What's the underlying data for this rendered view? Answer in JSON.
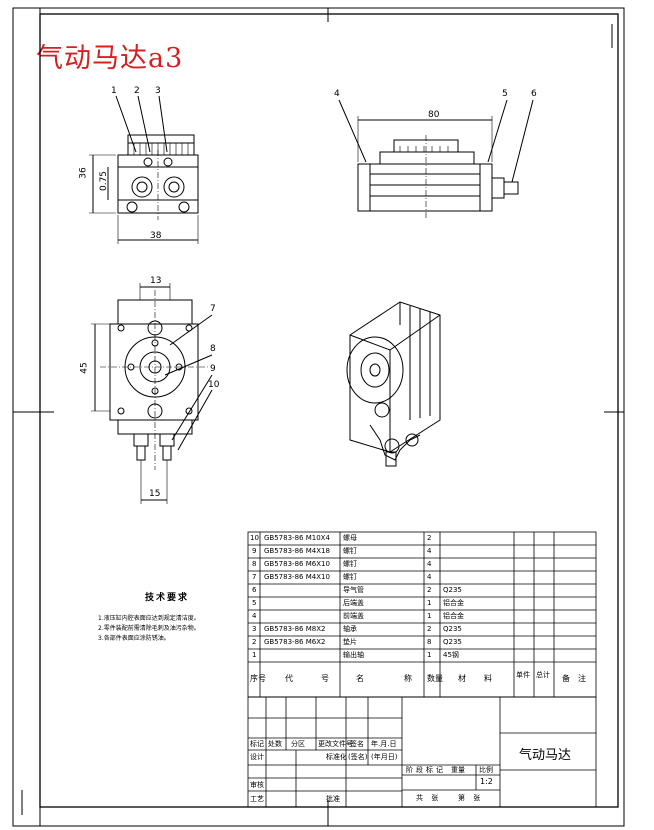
{
  "header": {
    "title": "气动马达a3"
  },
  "views": {
    "front": {
      "leaders": [
        "1",
        "2",
        "3"
      ],
      "dims": {
        "height": "36",
        "inner": "0.75",
        "width": "38"
      }
    },
    "side": {
      "leaders": [
        "4",
        "5",
        "6"
      ],
      "dims": {
        "length": "80"
      }
    },
    "top": {
      "leaders": [
        "7",
        "8",
        "9",
        "10"
      ],
      "dims": {
        "top": "13",
        "height": "45",
        "bottom": "15"
      }
    }
  },
  "requirements": {
    "title": "技术要求",
    "lines": [
      "1.液压缸内腔表面应达到规定清洁度。",
      "2.零件装配前需清除毛刺及油污杂物。",
      "3.各部件表面应涂防锈油。"
    ]
  },
  "bom": {
    "rows": [
      {
        "no": "10",
        "code": "GB5783-86 M10X4",
        "name": "螺母",
        "qty": "2",
        "material": ""
      },
      {
        "no": "9",
        "code": "GB5783-86 M4X18",
        "name": "螺钉",
        "qty": "4",
        "material": ""
      },
      {
        "no": "8",
        "code": "GB5783-86 M6X10",
        "name": "螺钉",
        "qty": "4",
        "material": ""
      },
      {
        "no": "7",
        "code": "GB5783-86 M4X10",
        "name": "螺钉",
        "qty": "4",
        "material": ""
      },
      {
        "no": "6",
        "code": "",
        "name": "导气管",
        "qty": "2",
        "material": "Q235"
      },
      {
        "no": "5",
        "code": "",
        "name": "后端盖",
        "qty": "1",
        "material": "铝合金"
      },
      {
        "no": "4",
        "code": "",
        "name": "前端盖",
        "qty": "1",
        "material": "铝合金"
      },
      {
        "no": "3",
        "code": "GB5783-86 M8X2",
        "name": "轴承",
        "qty": "2",
        "material": "Q235"
      },
      {
        "no": "2",
        "code": "GB5783-86 M6X2",
        "name": "垫片",
        "qty": "8",
        "material": "Q235"
      },
      {
        "no": "1",
        "code": "",
        "name": "输出轴",
        "qty": "1",
        "material": "45钢"
      }
    ],
    "header": {
      "no": "序号",
      "code": "代号",
      "name": "名称",
      "qty": "数量",
      "material": "材料",
      "weight1": "单件",
      "weight2": "总计",
      "note": "备注"
    }
  },
  "titleblock": {
    "drawing_name": "气动马达",
    "scale": "1:2",
    "labels": {
      "mark": "标记",
      "count": "处数",
      "zone": "分区",
      "doc": "更改文件号",
      "sign": "签名",
      "date": "年.月.日",
      "design": "设计",
      "std": "标准化",
      "sign2": "(签名)",
      "date2": "(年月日)",
      "stage": "阶段标记",
      "weight": "重量",
      "ratio": "比例",
      "audit": "审核",
      "craft": "工艺",
      "approve": "批准",
      "sheets": "共 张",
      "sheet": "第 张"
    }
  }
}
